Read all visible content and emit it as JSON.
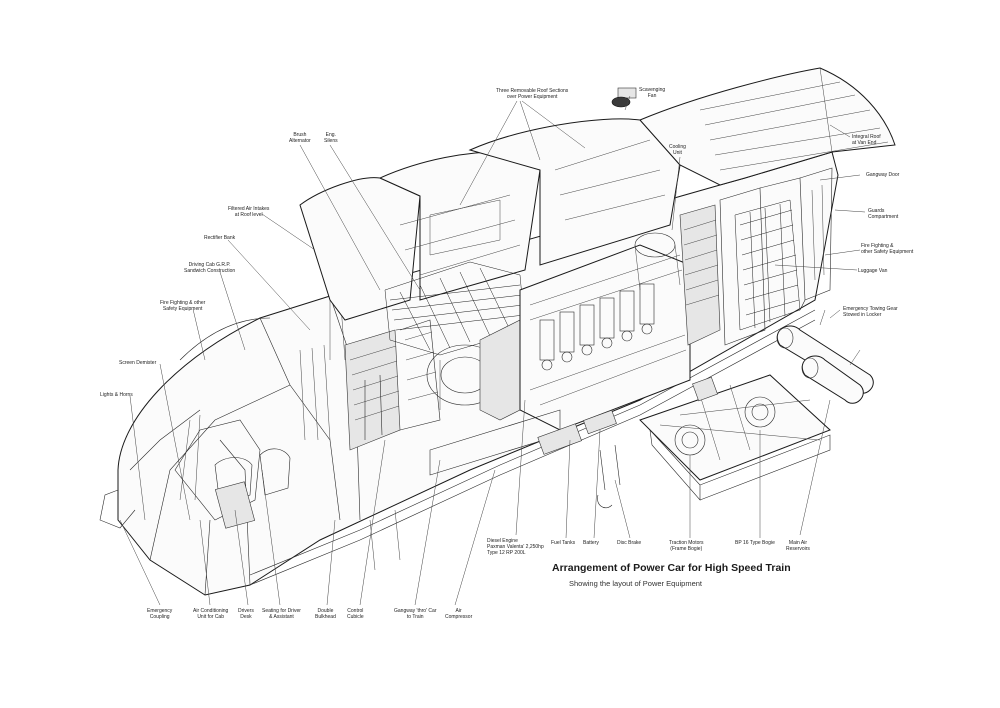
{
  "diagram": {
    "title": "Arrangement of Power Car for High Speed Train",
    "subtitle": "Showing the layout of Power Equipment"
  },
  "labels": {
    "roof_sections": "Three Removable Roof Sections\nover Power Equipment",
    "scavenging_fan": "Scavenging\nFan",
    "integral_roof": "Integral Roof\nat Van End",
    "cooling_unit": "Cooling\nUnit",
    "gangway_door": "Gangway Door",
    "guards_compartment": "Guards\nCompartment",
    "fire_fighting_right": "Fire Fighting &\nother Safety Equipment",
    "luggage_van": "Luggage Van",
    "towing_gear": "Emergency Towing Gear\nStowed in Locker",
    "brush_alternator": "Brush\nAlternator",
    "eng_silencers": "Eng.\nSilens",
    "filtered_air": "Filtered Air Intakes\nat Roof level",
    "rectifier_bank": "Rectifier Bank",
    "driving_cab": "Driving Cab G.R.P.\nSandwich Construction",
    "fire_fighting_left": "Fire Fighting & other\nSafety Equipment",
    "screen_demister": "Screen Demister",
    "lights_horns": "Lights & Horns",
    "emergency_coupling": "Emergency\nCoupling",
    "air_conditioning": "Air Conditioning\nUnit for Cab",
    "drivers_desk": "Drivers\nDesk",
    "seating": "Seating for Driver\n& Assistant",
    "double_bulkhead": "Double\nBulkhead",
    "control_cubicle": "Control\nCubicle",
    "gangway_car": "Gangway 'thro' Car\nto Train",
    "air_compressor": "Air\nCompressor",
    "diesel_engine": "Diesel Engine\nPaxman Valenta' 2,250hp\nType 12 RP 200L",
    "fuel_tanks": "Fuel Tanks",
    "battery": "Battery",
    "disc_brake": "Disc Brake",
    "traction_motors": "Traction Motors\n(Frame Bogie)",
    "bp16_bogie": "BP 16 Type Bogie",
    "main_air": "Main Air\nReservoirs"
  }
}
